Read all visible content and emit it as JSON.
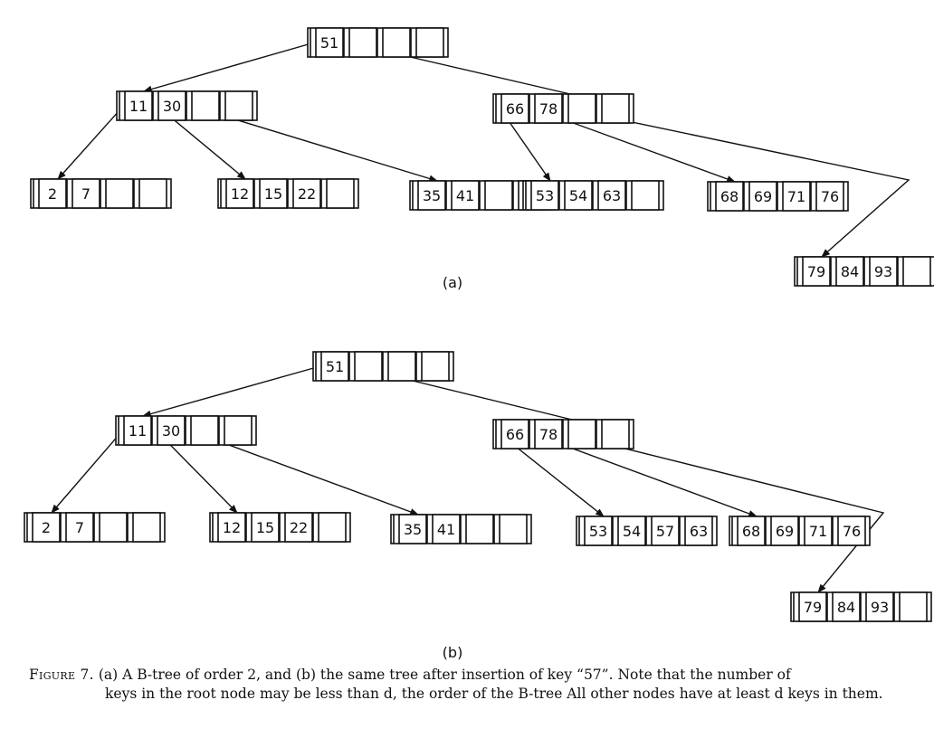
{
  "figures": [
    {
      "label": "(a)",
      "nodes": [
        {
          "id": "root",
          "keys": [
            "51",
            "",
            "",
            ""
          ]
        },
        {
          "id": "left",
          "keys": [
            "11",
            "30",
            "",
            ""
          ]
        },
        {
          "id": "right",
          "keys": [
            "66",
            "78",
            "",
            ""
          ]
        },
        {
          "id": "leaf1",
          "keys": [
            "2",
            "7",
            "",
            ""
          ]
        },
        {
          "id": "leaf2",
          "keys": [
            "12",
            "15",
            "22",
            ""
          ]
        },
        {
          "id": "leaf3",
          "keys": [
            "35",
            "41",
            "",
            ""
          ]
        },
        {
          "id": "leaf4",
          "keys": [
            "53",
            "54",
            "63",
            ""
          ]
        },
        {
          "id": "leaf5",
          "keys": [
            "68",
            "69",
            "71",
            "76"
          ]
        },
        {
          "id": "leaf6",
          "keys": [
            "79",
            "84",
            "93",
            ""
          ]
        }
      ]
    },
    {
      "label": "(b)",
      "nodes": [
        {
          "id": "root",
          "keys": [
            "51",
            "",
            "",
            ""
          ]
        },
        {
          "id": "left",
          "keys": [
            "11",
            "30",
            "",
            ""
          ]
        },
        {
          "id": "right",
          "keys": [
            "66",
            "78",
            "",
            ""
          ]
        },
        {
          "id": "leaf1",
          "keys": [
            "2",
            "7",
            "",
            ""
          ]
        },
        {
          "id": "leaf2",
          "keys": [
            "12",
            "15",
            "22",
            ""
          ]
        },
        {
          "id": "leaf3",
          "keys": [
            "35",
            "41",
            "",
            ""
          ]
        },
        {
          "id": "leaf4",
          "keys": [
            "53",
            "54",
            "57",
            "63"
          ]
        },
        {
          "id": "leaf5",
          "keys": [
            "68",
            "69",
            "71",
            "76"
          ]
        },
        {
          "id": "leaf6",
          "keys": [
            "79",
            "84",
            "93",
            ""
          ]
        }
      ]
    }
  ],
  "caption": {
    "lead": "Figure 7.",
    "line1": "(a) A B-tree of order 2, and (b) the same tree after insertion of key “57”. Note that the number of",
    "line2": "keys in the root node may be less than d, the order of the B-tree  All other nodes have at least d keys in them."
  }
}
